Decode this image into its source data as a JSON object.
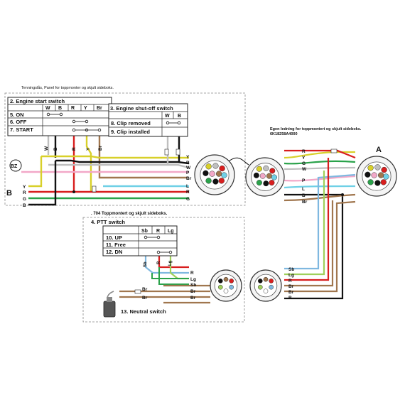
{
  "captions": {
    "top_left": "Tenningslås, Panel for toppmonter og skjult sideboks.",
    "right_line1": "Egen ledning for toppmontert og skjult sideboks.",
    "right_line2": "6K18258A4000",
    "mid": ". 704  Toppmontert og skjult sideboks."
  },
  "engine_start": {
    "title": "2. Engine start switch",
    "cols": [
      "W",
      "B",
      "R",
      "Y",
      "Br"
    ],
    "rows": [
      "5. ON",
      "6. OFF",
      "7. START"
    ]
  },
  "shutoff": {
    "title": "3. Engine shut-off switch",
    "cols": [
      "W",
      "B"
    ],
    "rows": [
      "8. Clip removed",
      "9. Clip installed"
    ]
  },
  "ptt": {
    "title": "4. PTT switch",
    "cols": [
      "Sb",
      "R",
      "Lg"
    ],
    "rows": [
      "10. UP",
      "11. Free",
      "12. DN"
    ]
  },
  "neutral": {
    "title": "13. Neutral switch"
  },
  "buzzer": "BZ",
  "labels": {
    "B_big": "B",
    "A_big": "A",
    "left_wires": [
      "Y",
      "R",
      "G",
      "B"
    ],
    "col_vertical": [
      "W",
      "B",
      "R",
      "Y",
      "Br"
    ],
    "conn1_wires": [
      "Y",
      "B",
      "W",
      "P",
      "Br",
      "L",
      "R",
      "G"
    ],
    "conn_right_left": [
      "R",
      "Y",
      "G",
      "W",
      "P",
      "L",
      "B",
      "Br"
    ],
    "ptt_vertical": [
      "Sb",
      "R",
      "Lg"
    ],
    "ptt_right": [
      "R",
      "Lg",
      "Sb"
    ],
    "br_labels": [
      "Br",
      "Br",
      "Br",
      "Br"
    ],
    "lower_right": [
      "Sb",
      "Lg",
      "R",
      "Br",
      "Br",
      "B"
    ]
  },
  "colors": {
    "Y": "#d8d02a",
    "B": "#111111",
    "W": "#bfbfbf",
    "P": "#f2a8c8",
    "Br": "#a0764e",
    "L": "#6fd0e6",
    "R": "#d81e1e",
    "G": "#2aa24a",
    "Lg": "#9fd05a",
    "Sb": "#7fb8e0"
  }
}
